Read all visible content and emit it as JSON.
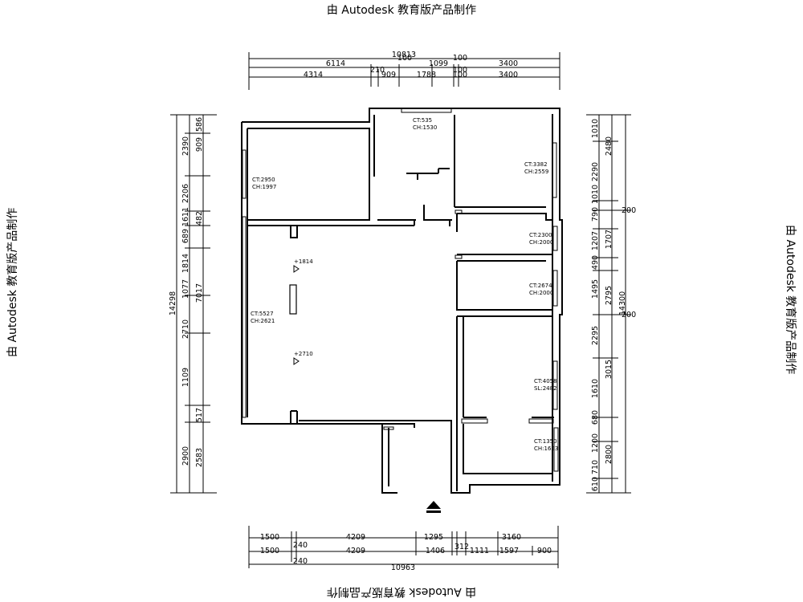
{
  "watermark": {
    "text": "由 Autodesk 教育版产品制作"
  },
  "dims": {
    "top_row1": [
      "10813"
    ],
    "top_row2": [
      "100",
      "100",
      "6114",
      "1099",
      "3400"
    ],
    "top_row3": [
      "210",
      "100",
      "4314",
      "909",
      "1788",
      "100",
      "3400"
    ],
    "left_outer": [
      "14298"
    ],
    "left_mid": [
      "2390",
      "2206",
      "1611",
      "689",
      "1814",
      "1077",
      "2710",
      "1109",
      "2900"
    ],
    "left_inner": [
      "586",
      "909",
      "482",
      "7017",
      "517",
      "2583"
    ],
    "right_inner": [
      "1010",
      "2290",
      "1010",
      "790",
      "1207",
      "490",
      "1495",
      "2295",
      "1610",
      "680",
      "1200",
      "710",
      "610"
    ],
    "right_mid": [
      "2480",
      "1707",
      "2795",
      "3015",
      "2800"
    ],
    "right_outer": [
      "14300"
    ],
    "right_side": [
      "200",
      "200"
    ],
    "bottom_row1": [
      "1500",
      "4209",
      "1295",
      "3160"
    ],
    "bottom_row2": [
      "240",
      "1500",
      "4209",
      "1406",
      "312",
      "1111",
      "1597",
      "900"
    ],
    "bottom_row3": [
      "240",
      "10963"
    ]
  },
  "rooms": [
    {
      "l1": "CT:2950",
      "l2": "CH:1997"
    },
    {
      "l1": "CT:535",
      "l2": "CH:1530"
    },
    {
      "l1": "CT:3382",
      "l2": "CH:2559"
    },
    {
      "l1": "CT:2300",
      "l2": "CH:2000"
    },
    {
      "l1": "CT:2674",
      "l2": "CH:2000"
    },
    {
      "l1": "CT:5527",
      "l2": "CH:2621"
    },
    {
      "l1": "CT:4058",
      "l2": "SL:2482"
    },
    {
      "l1": "CT:1350",
      "l2": "CH:1653"
    }
  ],
  "levels": [
    "+1814",
    "+2710"
  ],
  "entrance_icon": "entrance-arrow-icon"
}
